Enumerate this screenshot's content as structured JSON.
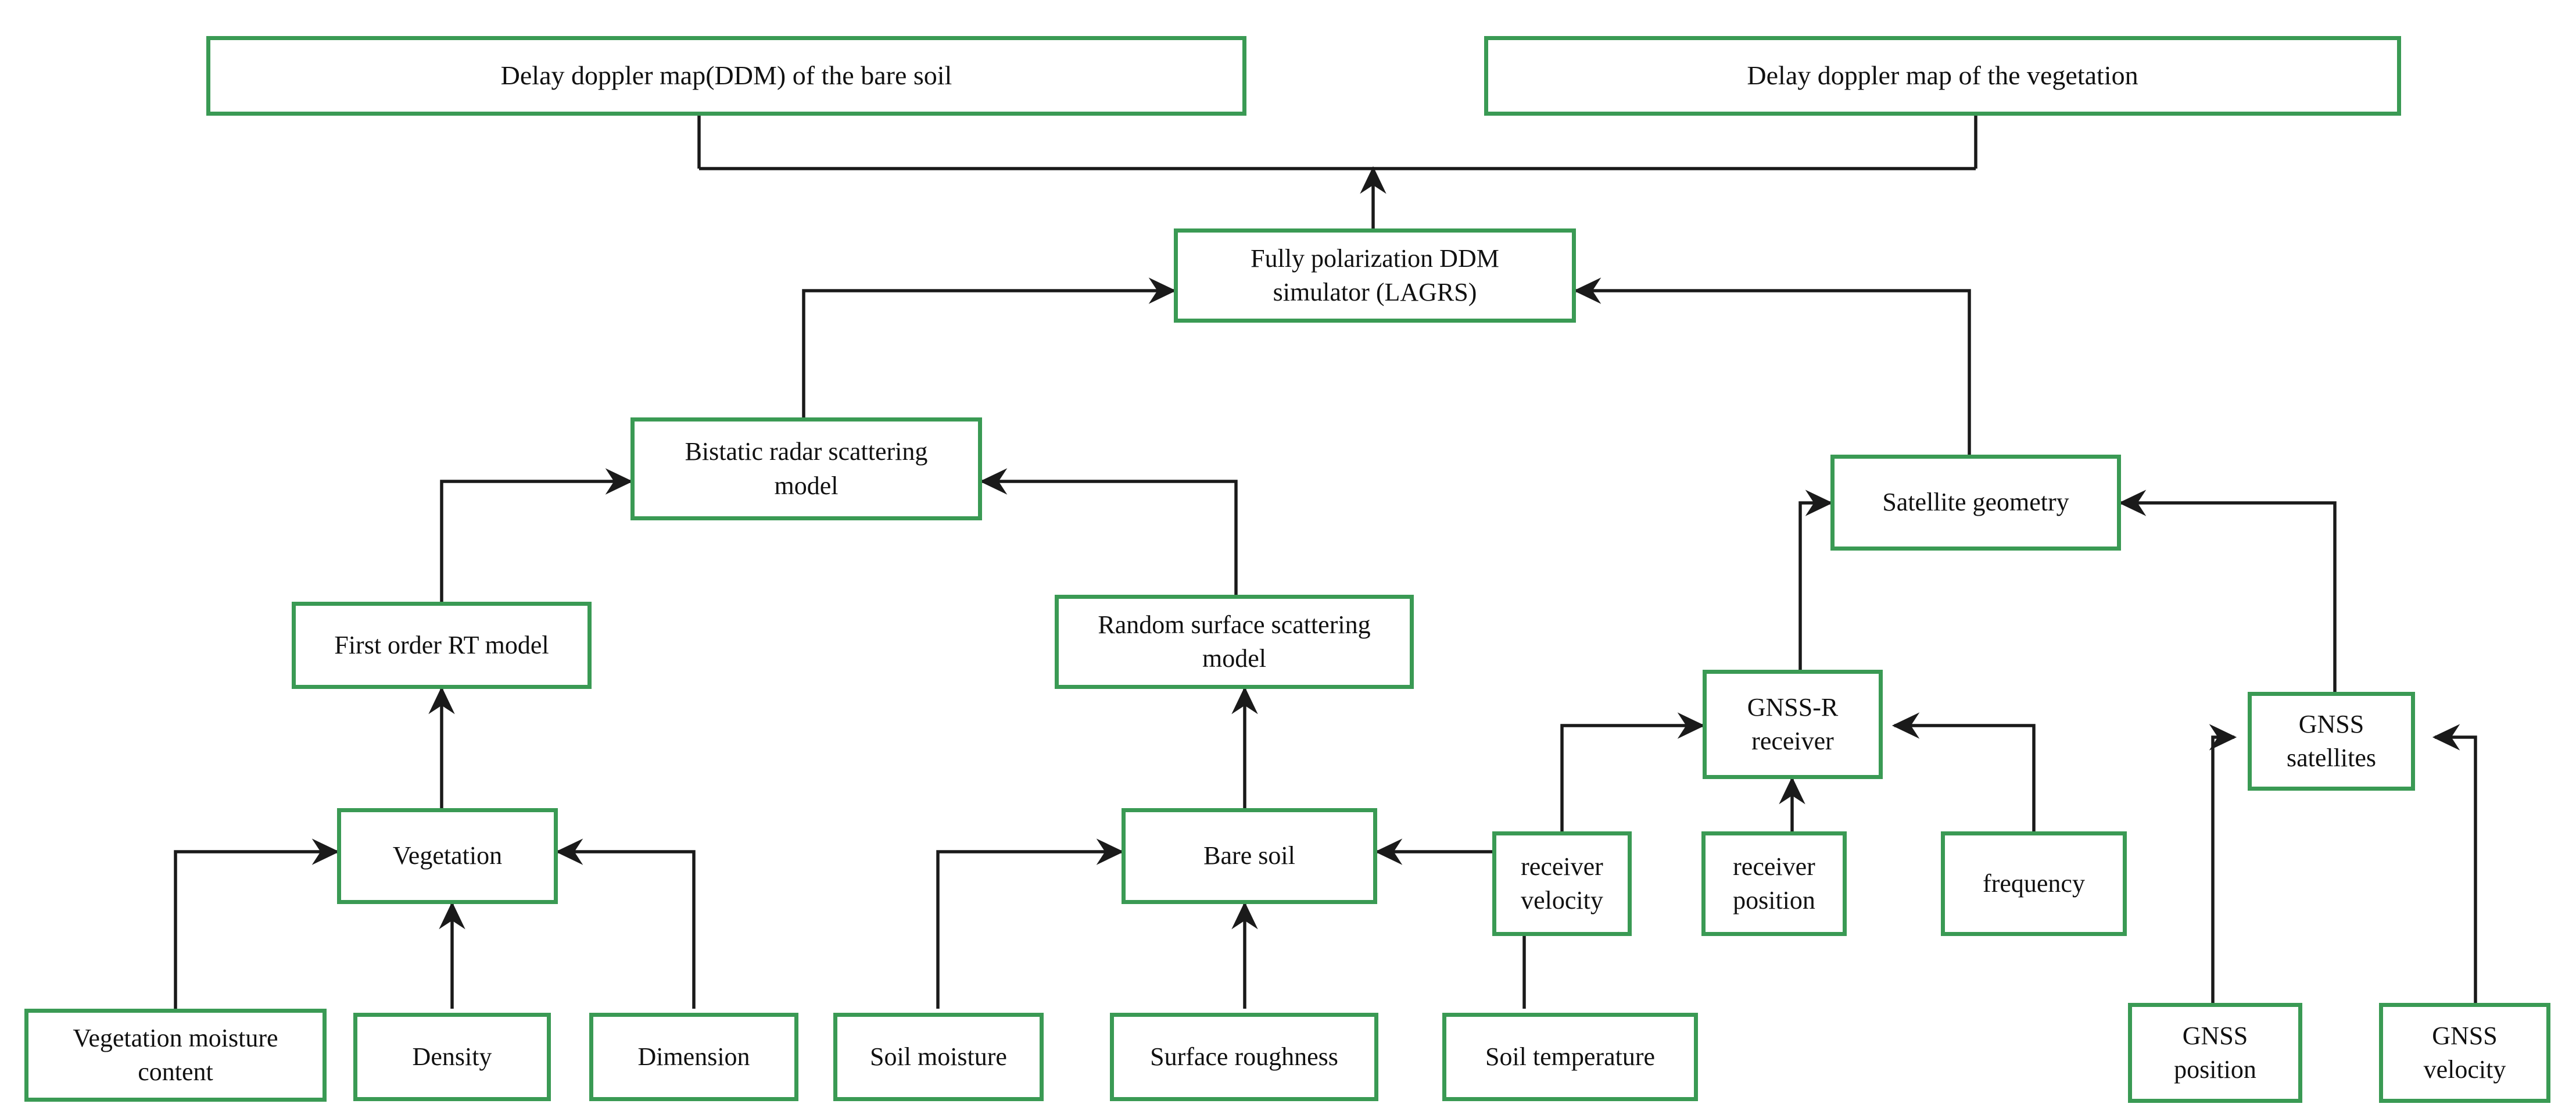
{
  "diagram": {
    "title": "LAGRS fully polarization DDM simulator flowchart",
    "colors": {
      "node_border": "#3a9a54",
      "node_fill": "#ffffff",
      "edge": "#1a1a1a",
      "text": "#111111"
    },
    "nodes": [
      {
        "id": "ddm_bare_soil",
        "label": "Delay doppler map(DDM) of the bare soil"
      },
      {
        "id": "ddm_vegetation",
        "label": "Delay doppler map of the vegetation"
      },
      {
        "id": "simulator",
        "label": "Fully polarization DDM\nsimulator (LAGRS)"
      },
      {
        "id": "bistatic_model",
        "label": "Bistatic radar scattering\nmodel"
      },
      {
        "id": "satellite_geom",
        "label": "Satellite geometry"
      },
      {
        "id": "first_order_rt",
        "label": "First order RT model"
      },
      {
        "id": "random_surface",
        "label": "Random surface scattering\nmodel"
      },
      {
        "id": "gnss_r_receiver",
        "label": "GNSS-R\nreceiver"
      },
      {
        "id": "gnss_satellites",
        "label": "GNSS\nsatellites"
      },
      {
        "id": "vegetation",
        "label": "Vegetation"
      },
      {
        "id": "bare_soil",
        "label": "Bare soil"
      },
      {
        "id": "receiver_velocity",
        "label": "receiver\nvelocity"
      },
      {
        "id": "receiver_position",
        "label": "receiver\nposition"
      },
      {
        "id": "frequency",
        "label": "frequency"
      },
      {
        "id": "veg_moisture",
        "label": "Vegetation moisture\ncontent"
      },
      {
        "id": "density",
        "label": "Density"
      },
      {
        "id": "dimension",
        "label": "Dimension"
      },
      {
        "id": "soil_moisture",
        "label": "Soil moisture"
      },
      {
        "id": "surface_roughness",
        "label": "Surface roughness"
      },
      {
        "id": "soil_temperature",
        "label": "Soil temperature"
      },
      {
        "id": "gnss_position",
        "label": "GNSS\nposition"
      },
      {
        "id": "gnss_velocity",
        "label": "GNSS\nvelocity"
      }
    ],
    "edges": [
      {
        "from": "simulator",
        "to": "ddm_bare_soil",
        "arrow": "up"
      },
      {
        "from": "simulator",
        "to": "ddm_vegetation",
        "arrow": "up"
      },
      {
        "from": "bistatic_model",
        "to": "simulator",
        "arrow": "right"
      },
      {
        "from": "satellite_geom",
        "to": "simulator",
        "arrow": "left"
      },
      {
        "from": "first_order_rt",
        "to": "bistatic_model",
        "arrow": "right"
      },
      {
        "from": "random_surface",
        "to": "bistatic_model",
        "arrow": "left"
      },
      {
        "from": "vegetation",
        "to": "first_order_rt",
        "arrow": "up"
      },
      {
        "from": "bare_soil",
        "to": "random_surface",
        "arrow": "up"
      },
      {
        "from": "veg_moisture",
        "to": "vegetation",
        "arrow": "right"
      },
      {
        "from": "density",
        "to": "vegetation",
        "arrow": "up"
      },
      {
        "from": "dimension",
        "to": "vegetation",
        "arrow": "left"
      },
      {
        "from": "soil_moisture",
        "to": "bare_soil",
        "arrow": "right"
      },
      {
        "from": "surface_roughness",
        "to": "bare_soil",
        "arrow": "up"
      },
      {
        "from": "soil_temperature",
        "to": "bare_soil",
        "arrow": "left"
      },
      {
        "from": "gnss_r_receiver",
        "to": "satellite_geom",
        "arrow": "right"
      },
      {
        "from": "gnss_satellites",
        "to": "satellite_geom",
        "arrow": "left"
      },
      {
        "from": "receiver_velocity",
        "to": "gnss_r_receiver",
        "arrow": "right"
      },
      {
        "from": "receiver_position",
        "to": "gnss_r_receiver",
        "arrow": "up"
      },
      {
        "from": "frequency",
        "to": "gnss_r_receiver",
        "arrow": "left"
      },
      {
        "from": "gnss_position",
        "to": "gnss_satellites",
        "arrow": "right"
      },
      {
        "from": "gnss_velocity",
        "to": "gnss_satellites",
        "arrow": "left"
      }
    ]
  }
}
